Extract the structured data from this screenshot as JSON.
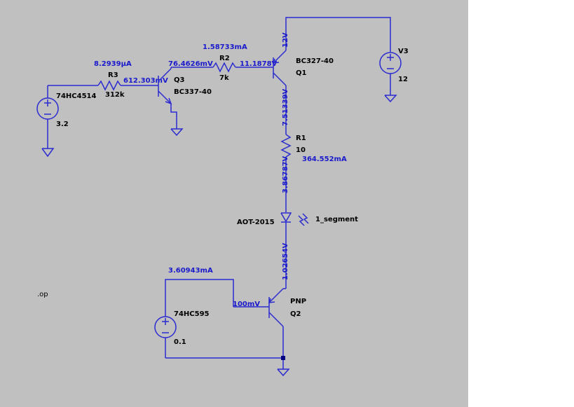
{
  "schematic": {
    "directive": ".op",
    "colors": {
      "background": "#c0c0c0",
      "wire": "#2b2bd0",
      "label": "#000000",
      "annotation": "#1a1acc"
    },
    "components": {
      "v_input": {
        "name": "74HC4514",
        "value": "3.2"
      },
      "v_supply": {
        "name": "V3",
        "value": "12"
      },
      "v_driver": {
        "name": "74HC595",
        "value": "0.1"
      },
      "r3": {
        "name": "R3",
        "value": "312k"
      },
      "r2": {
        "name": "R2",
        "value": "7k"
      },
      "r1": {
        "name": "R1",
        "value": "10"
      },
      "q3": {
        "name": "Q3",
        "model": "BC337-40"
      },
      "q1": {
        "name": "Q1",
        "model": "BC327-40"
      },
      "q2": {
        "name": "Q2",
        "model": "PNP"
      },
      "led": {
        "name": "AOT-2015",
        "label": "1_segment"
      }
    },
    "annotations": {
      "i_r3": "8.2939µA",
      "v_q3_base": "612.303mV",
      "v_q3_collector": "76.4626mV",
      "i_r2": "1.58733mA",
      "v_q1_base": "11.1878V",
      "v_q1_emitter": "12V",
      "v_q1_collector": "7.51339V",
      "v_led_anode": "3.86787V",
      "i_r1": "364.552mA",
      "v_q2_emitter": "1.02654V",
      "i_q2_base": "3.60943mA",
      "v_q2_base": "100mV"
    }
  }
}
